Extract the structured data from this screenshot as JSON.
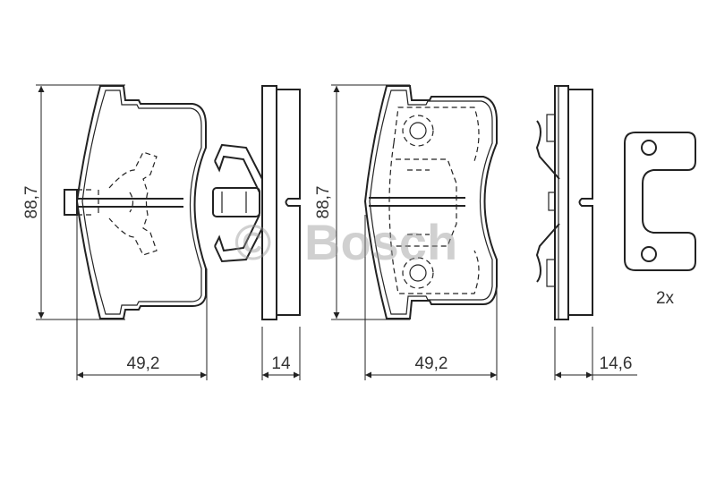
{
  "drawing": {
    "pad1": {
      "height_label": "88,7",
      "width_label": "49,2",
      "thickness_label": "14"
    },
    "pad2": {
      "height_label": "88,7",
      "width_label": "49,2",
      "thickness_label": "14,6"
    },
    "shim": {
      "quantity_label": "2x"
    },
    "watermark": {
      "symbol": "©",
      "brand": "Bosch"
    },
    "colors": {
      "line": "#222222",
      "watermark": "#999999"
    }
  }
}
